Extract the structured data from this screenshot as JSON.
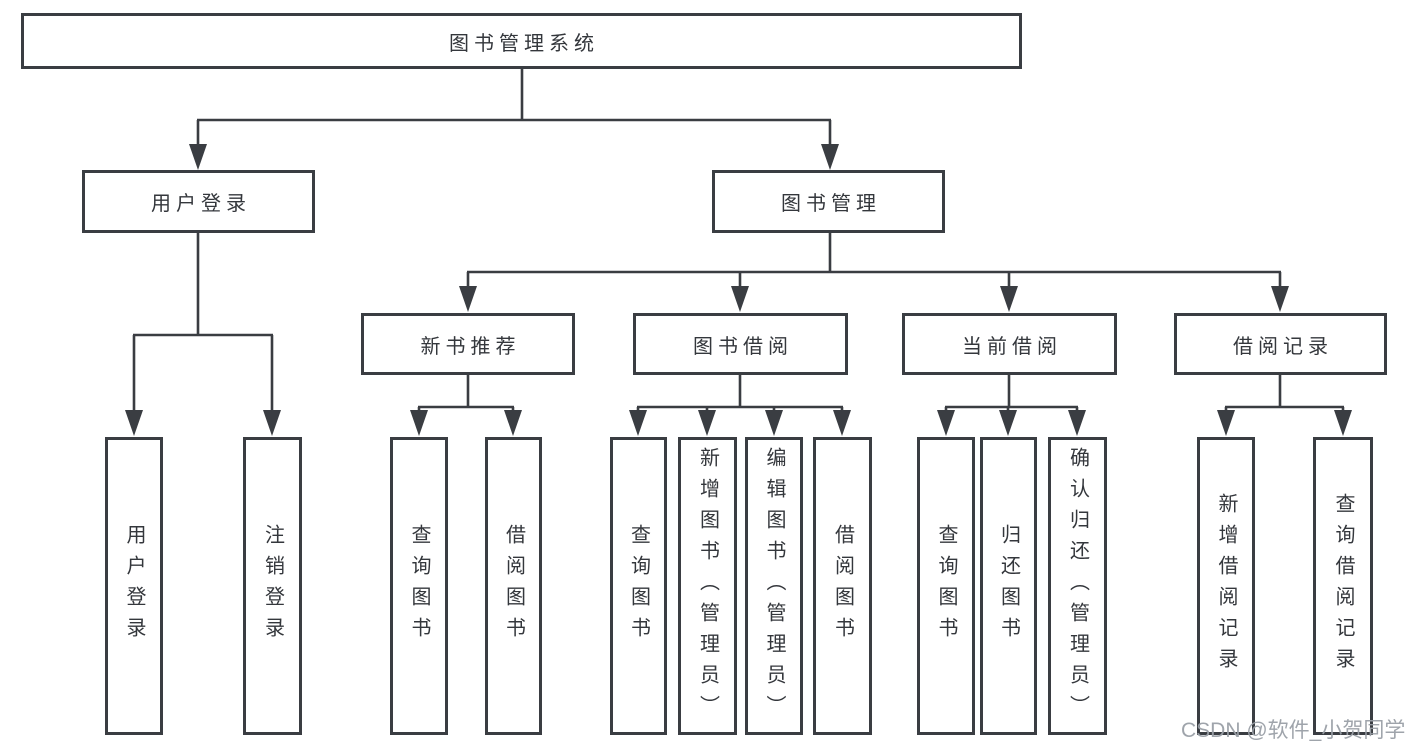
{
  "colors": {
    "line": "#3a3d42",
    "box_border": "#3a3d42",
    "text": "#34373c",
    "background": "#ffffff",
    "watermark": "#9aa0a7"
  },
  "watermark": {
    "text": "CSDN @软件_小贺同学"
  },
  "tree": {
    "root": {
      "label": "图书管理系统"
    },
    "children": [
      {
        "label": "用户登录",
        "children": [
          {
            "label": "用户登录"
          },
          {
            "label": "注销登录"
          }
        ]
      },
      {
        "label": "图书管理",
        "children": [
          {
            "label": "新书推荐",
            "children": [
              {
                "label": "查询图书"
              },
              {
                "label": "借阅图书"
              }
            ]
          },
          {
            "label": "图书借阅",
            "children": [
              {
                "label": "查询图书"
              },
              {
                "label": "新增图书（管理员）"
              },
              {
                "label": "编辑图书（管理员）"
              },
              {
                "label": "借阅图书"
              }
            ]
          },
          {
            "label": "当前借阅",
            "children": [
              {
                "label": "查询图书"
              },
              {
                "label": "归还图书"
              },
              {
                "label": "确认归还（管理员）"
              }
            ]
          },
          {
            "label": "借阅记录",
            "children": [
              {
                "label": "新增借阅记录"
              },
              {
                "label": "查询借阅记录"
              }
            ]
          }
        ]
      }
    ]
  }
}
